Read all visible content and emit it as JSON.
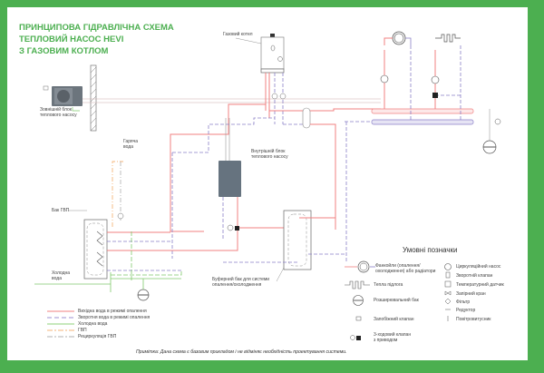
{
  "title": {
    "line1": "ПРИНЦИПОВА ГІДРАВЛІЧНА СХЕМА",
    "line2": "ТЕПЛОВИЙ НАСОС HEVI",
    "line3": "З ГАЗОВИМ КОТЛОМ"
  },
  "labels": {
    "gas_boiler": "Газовий котел",
    "outdoor_unit_1": "Зовнішній блок",
    "outdoor_unit_2": "теплового насосу",
    "hot_water_1": "Гаряча",
    "hot_water_2": "вода",
    "indoor_unit_1": "Внутрішній блок",
    "indoor_unit_2": "теплового насосу",
    "dhw_tank": "Бак ГВП",
    "cold_water_1": "Холодна",
    "cold_water_2": "вода",
    "buffer_tank_1": "Буферний бак для системи",
    "buffer_tank_2": "опалення/охолодження"
  },
  "line_legend": [
    {
      "label": "Вихідна вода в режимі опалення",
      "color": "#f08080",
      "style": "solid"
    },
    {
      "label": "Зворотня вода в режимі опалення",
      "color": "#9c8fd0",
      "style": "dashed"
    },
    {
      "label": "Холодна вода",
      "color": "#8fd17a",
      "style": "solid"
    },
    {
      "label": "ГВП",
      "color": "#f5b67a",
      "style": "dashdot"
    },
    {
      "label": "Рециркуляція ГВП",
      "color": "#b0b0b0",
      "style": "dashdot"
    }
  ],
  "symbols_legend": {
    "title": "Умовні позначки",
    "left": [
      {
        "icon": "fancoil-icon",
        "label1": "Фанкойли (опалення/",
        "label2": "охолодження) або радіатори"
      },
      {
        "icon": "floor-heating-icon",
        "label1": "Тепла підлога",
        "label2": ""
      },
      {
        "icon": "expansion-tank-icon",
        "label1": "Розширювальний бак",
        "label2": ""
      },
      {
        "icon": "safety-valve-icon",
        "label1": "Запобіжний клапан",
        "label2": ""
      },
      {
        "icon": "three-way-valve-icon",
        "label1": "3-ходовий клапан",
        "label2": "з приводом"
      }
    ],
    "right": [
      {
        "icon": "circulation-pump-icon",
        "label": "Циркуляційний насос"
      },
      {
        "icon": "check-valve-icon",
        "label": "Зворотній клапан"
      },
      {
        "icon": "temperature-sensor-icon",
        "label": "Температурний датчик"
      },
      {
        "icon": "shutoff-valve-icon",
        "label": "Запірний кран"
      },
      {
        "icon": "filter-icon",
        "label": "Фільтр"
      },
      {
        "icon": "reducer-icon",
        "label": "Редуктор"
      },
      {
        "icon": "air-vent-icon",
        "label": "Повітровитусник"
      }
    ]
  },
  "note": "Примітка: Дана схема є базовим прикладом і не відміняє необхідність проектування системи.",
  "colors": {
    "frame": "#4caf50",
    "supply": "#f08080",
    "return": "#8a80c8",
    "cold": "#7fc96b",
    "dhw": "#f5b67a",
    "recirc": "#b0b0b0"
  }
}
